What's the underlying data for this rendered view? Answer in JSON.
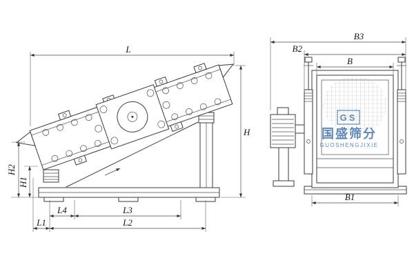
{
  "side_view": {
    "dims": {
      "L": "L",
      "H": "H",
      "H1": "H1",
      "H2": "H2",
      "L1": "L1",
      "L2": "L2",
      "L3": "L3",
      "L4": "L4"
    }
  },
  "end_view": {
    "dims": {
      "B": "B",
      "B1": "B1",
      "B2": "B2",
      "B3": "B3"
    }
  },
  "watermark": {
    "logo": "GS",
    "brand_cn": "国盛筛分",
    "brand_en": "GUOSHENGJIXIE",
    "color": "#4f7cb0"
  }
}
